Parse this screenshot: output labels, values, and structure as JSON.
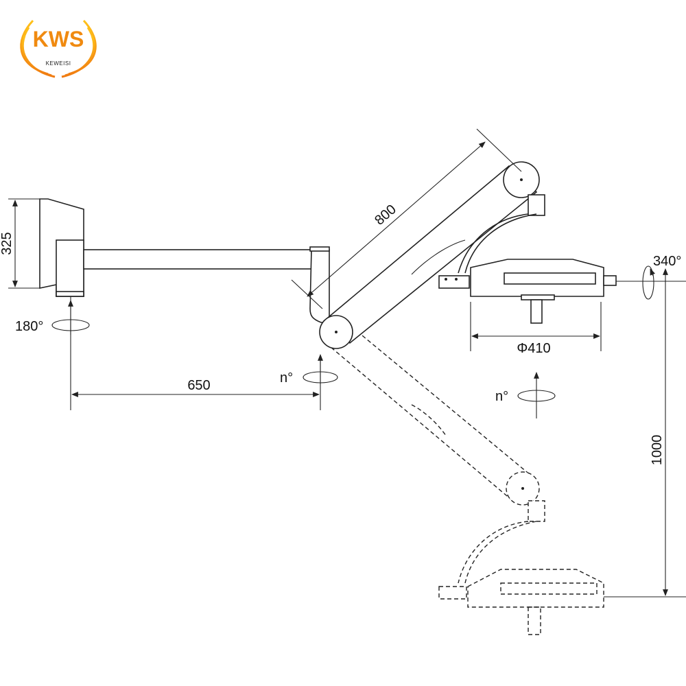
{
  "logo": {
    "brand": "KWS",
    "subtitle": "KEWEISI",
    "color": "#f08a10"
  },
  "dimensions": {
    "wall_mount_height": "325",
    "wall_rotation": "180°",
    "horizontal_arm_length": "650",
    "spring_arm_length": "800",
    "arm_rotation": "n°",
    "head_rotation": "n°",
    "head_tilt": "340°",
    "head_diameter": "Φ410",
    "vertical_travel": "1000"
  }
}
